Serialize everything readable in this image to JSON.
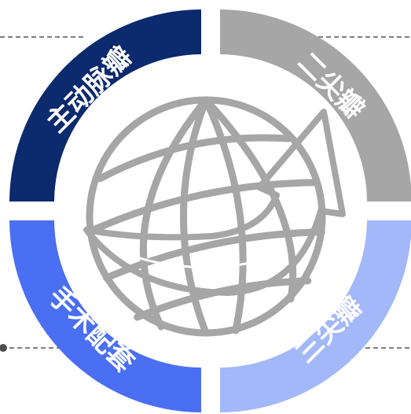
{
  "segments": [
    {
      "id": "top-left",
      "label": "主动脉瓣",
      "color": "#0c2a6e"
    },
    {
      "id": "top-right",
      "label": "二尖瓣",
      "color": "#a6a6a6"
    },
    {
      "id": "bottom-left",
      "label": "手术配套",
      "color": "#4a6ff2"
    },
    {
      "id": "bottom-right",
      "label": "三尖瓣",
      "color": "#a3b8f8"
    }
  ],
  "center": {
    "icon": "globe-with-arrow-icon",
    "stroke_color": "#a6a6a6"
  },
  "connector_color": "#7f7f7f"
}
